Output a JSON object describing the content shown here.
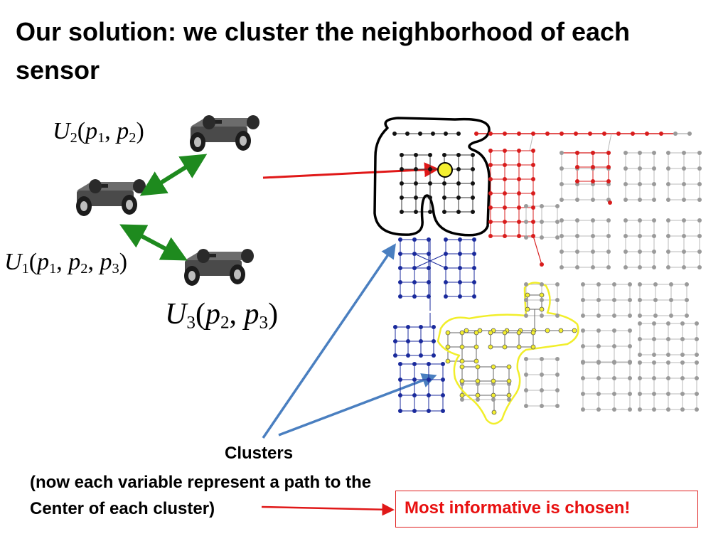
{
  "title": "Our solution: we cluster the neighborhood of each sensor",
  "utilities": {
    "u2": {
      "symbol": "U",
      "index": "2",
      "open": "(",
      "p_a": "p",
      "sub_a": "1",
      "sep": ", ",
      "p_b": "p",
      "sub_b": "2",
      "close": ")"
    },
    "u1": {
      "symbol": "U",
      "index": "1",
      "open": "(",
      "p_a": "p",
      "sub_a": "1",
      "sep1": ", ",
      "p_b": "p",
      "sub_b": "2",
      "sep2": ", ",
      "p_c": "p",
      "sub_c": "3",
      "close": ")"
    },
    "u3": {
      "symbol": "U",
      "index": "3",
      "open": "(",
      "p_a": "p",
      "sub_a": "2",
      "sep": ", ",
      "p_b": "p",
      "sub_b": "3",
      "close": ")"
    }
  },
  "clusters_label": "Clusters",
  "note_line1": "(now each variable represent a path to the",
  "note_line2": "Center of each cluster)",
  "chosen_text": "Most informative is chosen!",
  "colors": {
    "link_arrow": "#1e8a1e",
    "red_arrow": "#e01818",
    "blue_arrow": "#4a7fc0",
    "red_nodes": "#d81c1c",
    "blue_nodes": "#1a2a9c",
    "yellow_nodes": "#f4ef30",
    "gray_nodes": "#9a9a9a",
    "black_nodes": "#111111"
  }
}
